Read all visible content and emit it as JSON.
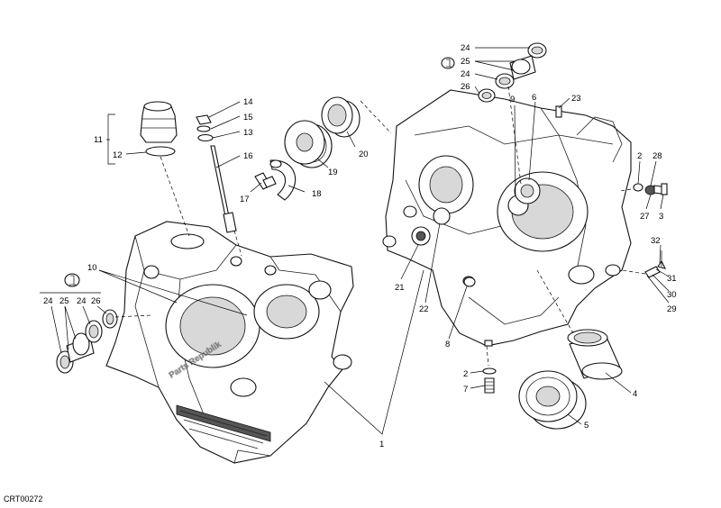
{
  "diagram": {
    "code": "CRT00272",
    "watermark": "Parts Republik",
    "labels": [
      {
        "id": "1",
        "text": "1"
      },
      {
        "id": "2a",
        "text": "2"
      },
      {
        "id": "2b",
        "text": "2"
      },
      {
        "id": "3",
        "text": "3"
      },
      {
        "id": "4",
        "text": "4"
      },
      {
        "id": "5",
        "text": "5"
      },
      {
        "id": "6",
        "text": "6"
      },
      {
        "id": "7",
        "text": "7"
      },
      {
        "id": "8",
        "text": "8"
      },
      {
        "id": "9",
        "text": "9"
      },
      {
        "id": "10",
        "text": "10"
      },
      {
        "id": "11",
        "text": "11"
      },
      {
        "id": "12",
        "text": "12"
      },
      {
        "id": "13",
        "text": "13"
      },
      {
        "id": "14",
        "text": "14"
      },
      {
        "id": "15",
        "text": "15"
      },
      {
        "id": "16",
        "text": "16"
      },
      {
        "id": "17",
        "text": "17"
      },
      {
        "id": "18",
        "text": "18"
      },
      {
        "id": "19",
        "text": "19"
      },
      {
        "id": "20",
        "text": "20"
      },
      {
        "id": "21",
        "text": "21"
      },
      {
        "id": "22",
        "text": "22"
      },
      {
        "id": "23",
        "text": "23"
      },
      {
        "id": "24a",
        "text": "24"
      },
      {
        "id": "25a",
        "text": "25"
      },
      {
        "id": "24b",
        "text": "24"
      },
      {
        "id": "26a",
        "text": "26"
      },
      {
        "id": "24c",
        "text": "24"
      },
      {
        "id": "25b",
        "text": "25"
      },
      {
        "id": "24d",
        "text": "24"
      },
      {
        "id": "26b",
        "text": "26"
      },
      {
        "id": "27",
        "text": "27"
      },
      {
        "id": "28",
        "text": "28"
      },
      {
        "id": "29",
        "text": "29"
      },
      {
        "id": "30",
        "text": "30"
      },
      {
        "id": "31",
        "text": "31"
      },
      {
        "id": "32",
        "text": "32"
      }
    ]
  }
}
